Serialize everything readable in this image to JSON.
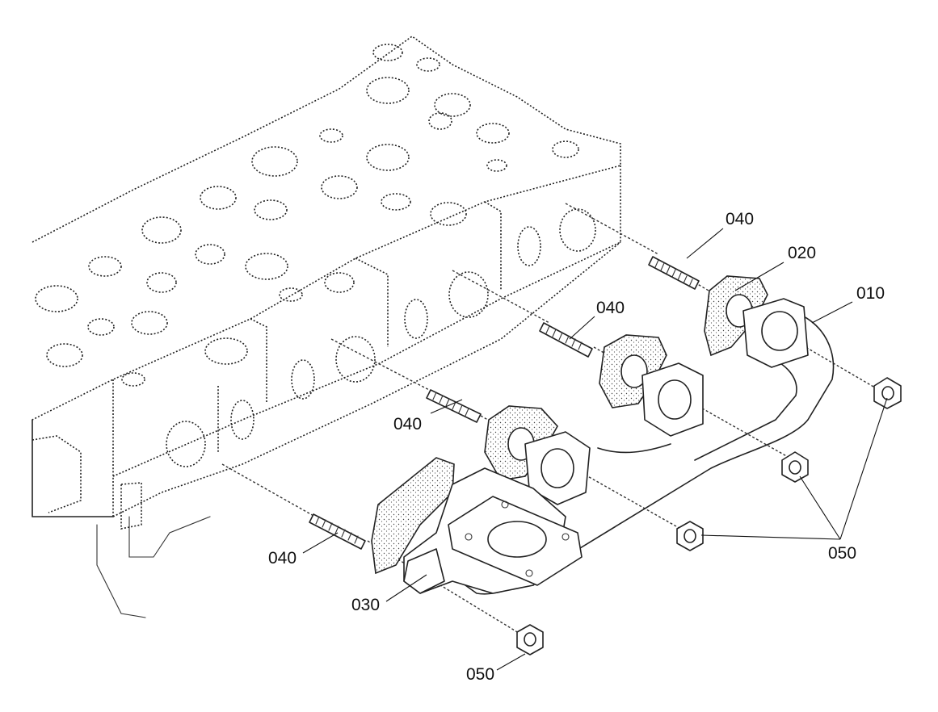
{
  "diagram": {
    "labels": [
      {
        "id": "lbl-040-a",
        "text": "040"
      },
      {
        "id": "lbl-020",
        "text": "020"
      },
      {
        "id": "lbl-010",
        "text": "010"
      },
      {
        "id": "lbl-040-b",
        "text": "040"
      },
      {
        "id": "lbl-040-c",
        "text": "040"
      },
      {
        "id": "lbl-040-d",
        "text": "040"
      },
      {
        "id": "lbl-030",
        "text": "030"
      },
      {
        "id": "lbl-050-a",
        "text": "050"
      },
      {
        "id": "lbl-050-b",
        "text": "050"
      }
    ]
  }
}
